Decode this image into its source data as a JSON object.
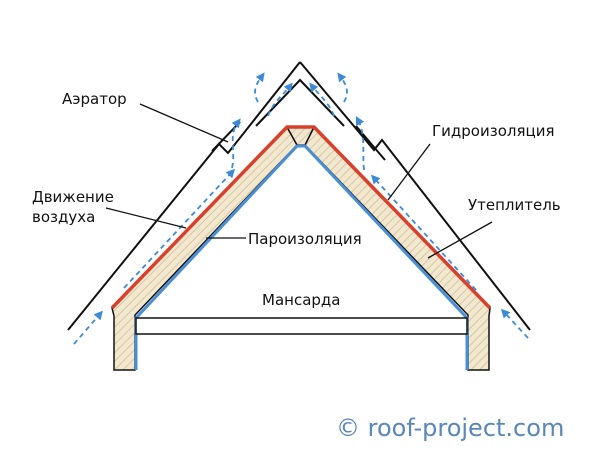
{
  "labels": {
    "aerator": "Аэратор",
    "air_movement_line1": "Движение",
    "air_movement_line2": "воздуха",
    "waterproofing": "Гидроизоляция",
    "insulation": "Утеплитель",
    "vapor_barrier": "Пароизоляция",
    "attic": "Мансарда"
  },
  "copyright": "© roof-project.com",
  "colors": {
    "outline": "#111111",
    "waterproofing": "#d9402b",
    "vapor_barrier": "#4a8fd6",
    "insulation": "#f2e7cf",
    "insulation_hatch": "#d7c7a3",
    "airflow": "#3d8ad6",
    "copyright": "#5a86b8"
  }
}
